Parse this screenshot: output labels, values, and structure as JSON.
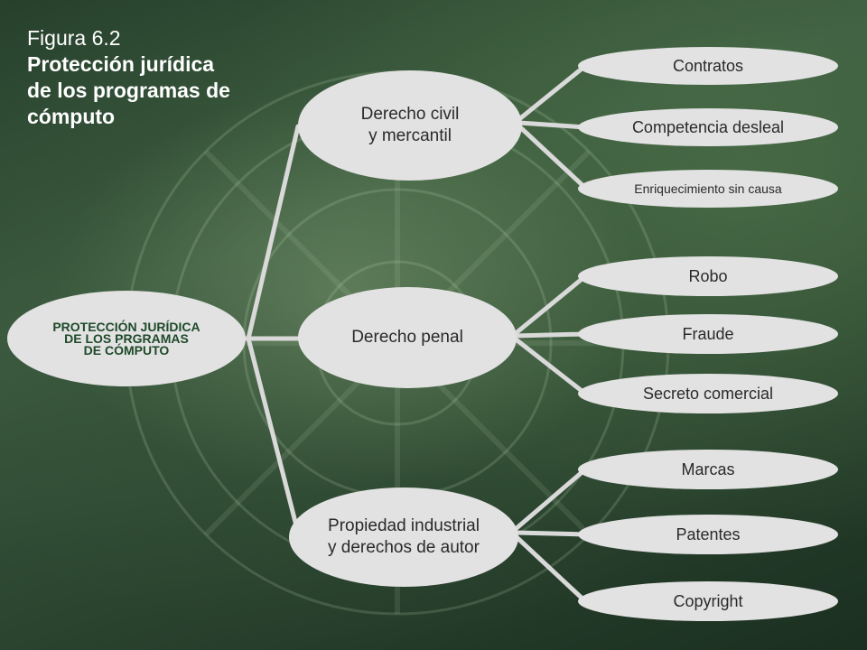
{
  "title": {
    "figure": "Figura 6.2",
    "line1": "Protección jurídica",
    "line2": "de los programas de",
    "line3": "cómputo"
  },
  "root": {
    "line1": "PROTECCIÓN JURÍDICA",
    "line2": "DE LOS PRGRAMAS",
    "line3": "DE CÓMPUTO"
  },
  "branches": [
    {
      "line1": "Derecho civil",
      "line2": "y mercantil",
      "children": [
        "Contratos",
        "Competencia desleal",
        "Enriquecimiento sin causa"
      ]
    },
    {
      "line1": "Derecho penal",
      "line2": "",
      "children": [
        "Robo",
        "Fraude",
        "Secreto comercial"
      ]
    },
    {
      "line1": "Propiedad industrial",
      "line2": "y derechos de autor",
      "children": [
        "Marcas",
        "Patentes",
        "Copyright"
      ]
    }
  ],
  "colors": {
    "node_fill": "#e2e2e2",
    "root_text": "#1f4a2a",
    "connector": "#d9d9d9",
    "title_text": "#ffffff"
  }
}
